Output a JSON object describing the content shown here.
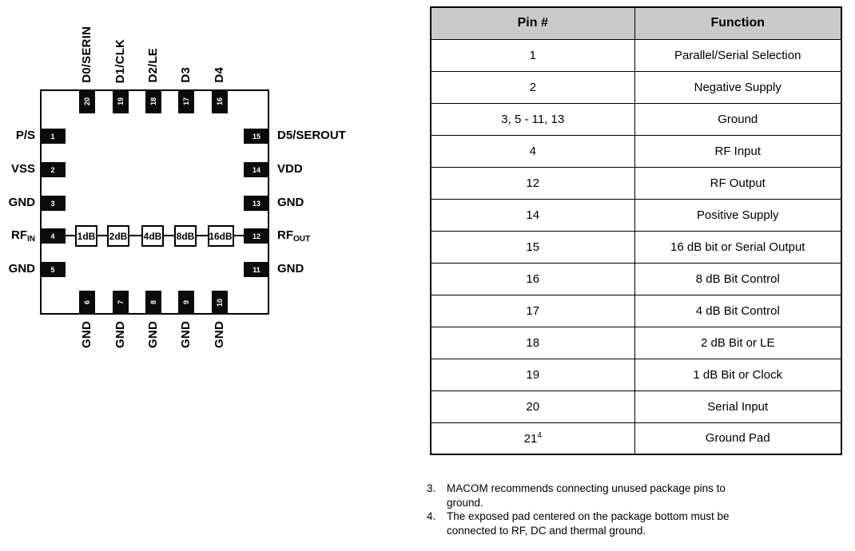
{
  "colors": {
    "header_bg": "#cacaca",
    "pin_fill": "#0b0b0b",
    "ink": "#000000"
  },
  "diagram": {
    "top_pins": [
      {
        "num": "20",
        "label": "D0/SERIN"
      },
      {
        "num": "19",
        "label": "D1/CLK"
      },
      {
        "num": "18",
        "label": "D2/LE"
      },
      {
        "num": "17",
        "label": "D3"
      },
      {
        "num": "16",
        "label": "D4"
      }
    ],
    "left_pins": [
      {
        "num": "1",
        "label": "P/S"
      },
      {
        "num": "2",
        "label": "VSS"
      },
      {
        "num": "3",
        "label": "GND"
      },
      {
        "num": "4",
        "label": "RF",
        "sub": "IN"
      },
      {
        "num": "5",
        "label": "GND"
      }
    ],
    "right_pins": [
      {
        "num": "15",
        "label": "D5/SEROUT"
      },
      {
        "num": "14",
        "label": "VDD"
      },
      {
        "num": "13",
        "label": "GND"
      },
      {
        "num": "12",
        "label": "RF",
        "sub": "OUT"
      },
      {
        "num": "11",
        "label": "GND"
      }
    ],
    "bottom_pins": [
      {
        "num": "6",
        "label": "GND"
      },
      {
        "num": "7",
        "label": "GND"
      },
      {
        "num": "8",
        "label": "GND"
      },
      {
        "num": "9",
        "label": "GND"
      },
      {
        "num": "10",
        "label": "GND"
      }
    ],
    "attenuators": [
      {
        "label": "1dB"
      },
      {
        "label": "2dB"
      },
      {
        "label": "4dB"
      },
      {
        "label": "8dB"
      },
      {
        "label": "16dB"
      }
    ]
  },
  "table": {
    "headers": [
      "Pin #",
      "Function"
    ],
    "rows": [
      {
        "pin": "1",
        "fn": "Parallel/Serial Selection"
      },
      {
        "pin": "2",
        "fn": "Negative Supply"
      },
      {
        "pin": "3, 5 - 11, 13",
        "fn": "Ground"
      },
      {
        "pin": "4",
        "fn": "RF Input"
      },
      {
        "pin": "12",
        "fn": "RF Output"
      },
      {
        "pin": "14",
        "fn": "Positive Supply"
      },
      {
        "pin": "15",
        "fn": "16 dB bit or Serial Output"
      },
      {
        "pin": "16",
        "fn": "8 dB Bit Control"
      },
      {
        "pin": "17",
        "fn": "4 dB Bit Control"
      },
      {
        "pin": "18",
        "fn": "2 dB Bit or LE"
      },
      {
        "pin": "19",
        "fn": "1 dB Bit or Clock"
      },
      {
        "pin": "20",
        "fn": "Serial Input"
      },
      {
        "pin": "21",
        "sup": "4",
        "fn": "Ground Pad"
      }
    ]
  },
  "notes": [
    {
      "num": "3.",
      "text": "MACOM recommends connecting unused package pins to\nground."
    },
    {
      "num": "4.",
      "text": "The exposed pad centered on the package bottom must be\nconnected to RF, DC and thermal ground."
    }
  ]
}
